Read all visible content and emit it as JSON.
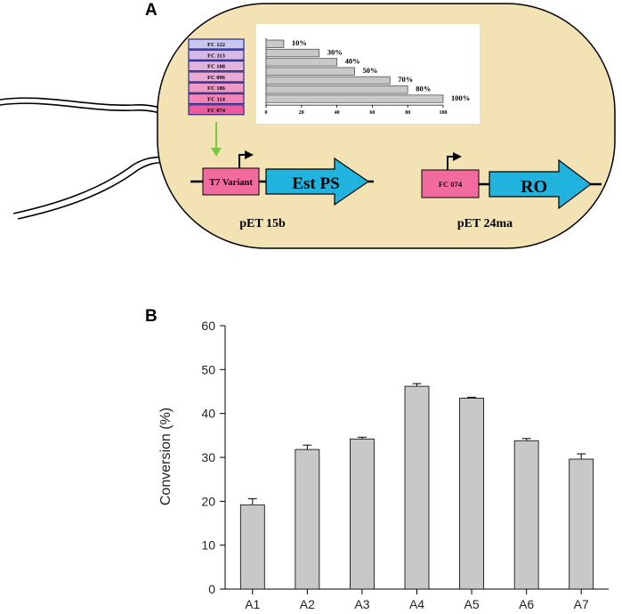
{
  "panel_a": {
    "letter": "A",
    "promoter_library": [
      "FC 122",
      "FC 113",
      "FC 108",
      "FC 096",
      "FC 186",
      "FC 114",
      "FC 074"
    ],
    "promoter_colors": [
      "#c9c9ef",
      "#d8b8e4",
      "#e0b4dd",
      "#e8a9d4",
      "#ee99c6",
      "#f284b8",
      "#ee5a9b"
    ],
    "cell_fill": "#f3e2b3",
    "arrow_fill": "#1fb3dd",
    "promoter_fill": "#f26b9e",
    "pointer_color": "#7ac943",
    "construct_1": {
      "promoter": "T7 Variant",
      "gene": "Est PS",
      "plasmid": "pET 15b"
    },
    "construct_2": {
      "promoter": "FC 074",
      "gene": "RO",
      "plasmid": "pET 24ma"
    }
  },
  "chart_data": [
    {
      "type": "bar",
      "orientation": "horizontal",
      "categories": [
        "FC 122",
        "FC 113",
        "FC 108",
        "FC 096",
        "FC 186",
        "FC 114",
        "FC 074"
      ],
      "values": [
        10,
        30,
        40,
        50,
        70,
        80,
        100
      ],
      "data_labels": [
        "10%",
        "30%",
        "40%",
        "50%",
        "70%",
        "80%",
        "100%"
      ],
      "xlim": [
        0,
        100
      ],
      "xticks": [
        "0",
        "20",
        "40",
        "60",
        "80",
        "100"
      ],
      "bar_color": "#c8c8c8"
    },
    {
      "type": "bar",
      "panel_letter": "B",
      "categories": [
        "A1",
        "A2",
        "A3",
        "A4",
        "A5",
        "A6",
        "A7"
      ],
      "values": [
        19.2,
        31.8,
        34.2,
        46.2,
        43.5,
        33.8,
        29.6
      ],
      "errors": [
        1.4,
        1.0,
        0.4,
        0.6,
        0.2,
        0.5,
        1.2
      ],
      "ylabel": "Conversion (%)",
      "ylim": [
        0,
        60
      ],
      "yticks": [
        "0",
        "10",
        "20",
        "30",
        "40",
        "50",
        "60"
      ],
      "bar_color": "#c8c8c8",
      "grid": false
    }
  ]
}
